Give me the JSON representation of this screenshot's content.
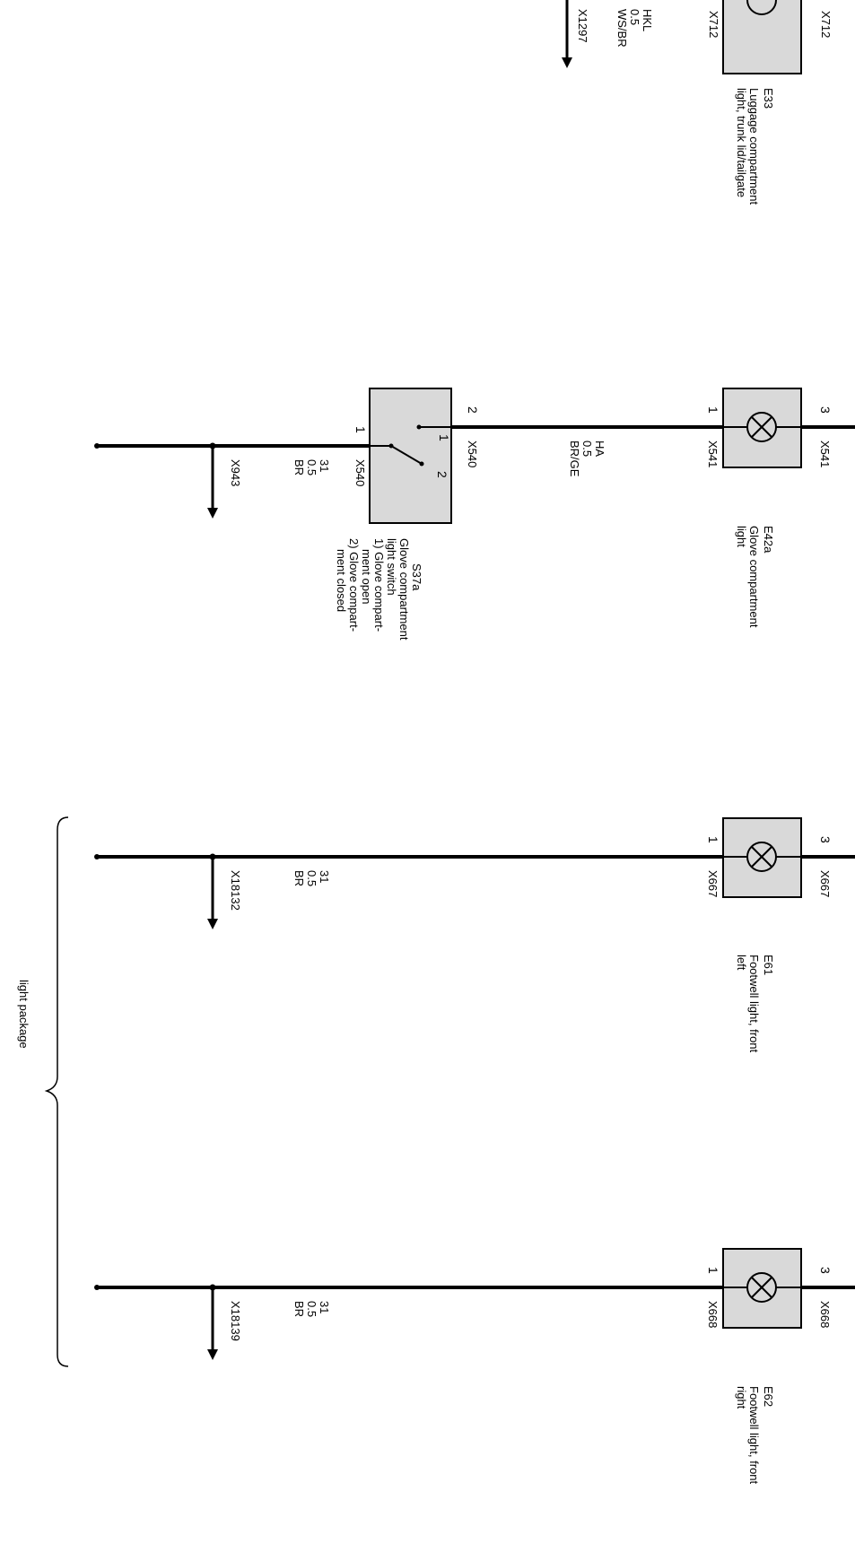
{
  "luggage": {
    "conn_left": "X712",
    "conn_right": "X712",
    "name": "E33",
    "desc1": "Luggage compartment",
    "desc2": "light, trunk lid/tailgate",
    "wire1": "HKL",
    "wire2": "0.5",
    "wire3": "WS/BR",
    "ground": "X1297"
  },
  "glovebox": {
    "pin1": "1",
    "pin3": "3",
    "conn_top": "X541",
    "conn_bottom": "X541",
    "name": "E42a",
    "desc1": "Glove compartment",
    "desc2": "light"
  },
  "wire_ha": {
    "l1": "HA",
    "l2": "0.5",
    "l3": "BR/GE"
  },
  "switch": {
    "pin2": "2",
    "pin1": "1",
    "contact1": "1",
    "contact2": "2",
    "conn_right": "X540",
    "conn_left": "X540",
    "name": "S37a",
    "desc1": "Glove compartment",
    "desc2": "light switch",
    "desc3": "1) Glove compart-",
    "desc4": "ment open",
    "desc5": "2) Glove compart-",
    "desc6": "ment closed",
    "wire1": "31",
    "wire2": "0.5",
    "wire3": "BR",
    "ground": "X943"
  },
  "footwell_left": {
    "pin1": "1",
    "pin3": "3",
    "conn_top": "X667",
    "conn_bottom": "X667",
    "name": "E61",
    "desc1": "Footwell light, front",
    "desc2": "left",
    "wire1": "31",
    "wire2": "0.5",
    "wire3": "BR",
    "ground": "X18132"
  },
  "footwell_right": {
    "pin1": "1",
    "pin3": "3",
    "conn_top": "X668",
    "conn_bottom": "X668",
    "name": "E62",
    "desc1": "Footwell light, front",
    "desc2": "right",
    "wire1": "31",
    "wire2": "0.5",
    "wire3": "BR",
    "ground": "X18139"
  },
  "package_label": "light package",
  "colors": {
    "component_fill": "#d9d9d9",
    "wire": "#000000"
  }
}
